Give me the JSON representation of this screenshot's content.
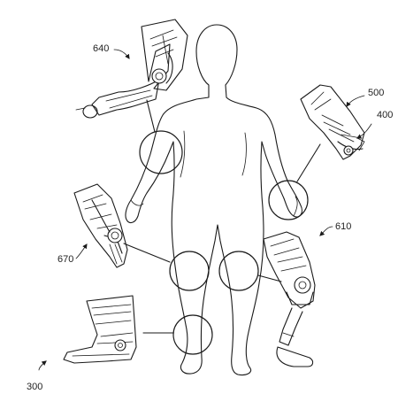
{
  "figure": {
    "reference_labels": {
      "r640": "640",
      "r500": "500",
      "r400": "400",
      "r610": "610",
      "r670": "670",
      "r300": "300"
    },
    "line_color": "#1a1a1a",
    "background": "#ffffff"
  }
}
